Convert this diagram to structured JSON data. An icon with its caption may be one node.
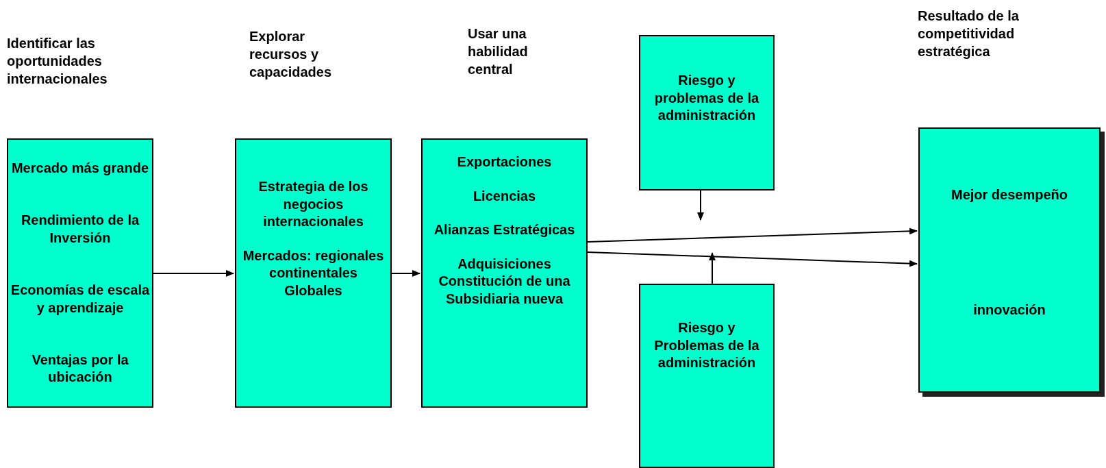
{
  "diagram": {
    "nodes": [
      {
        "text": [
          "Mercado más grande",
          "Rendimiento de la Inversión",
          "Economías de escala y aprendizaje",
          "Ventajas por la ubicación"
        ]
      },
      {
        "text": [
          "Estrategia de los negocios internacionales",
          "Mercados: regionales continentales Globales"
        ]
      },
      {
        "text": [
          "Exportaciones",
          "Licencias",
          "Alianzas Estratégicas",
          "Adquisiciones Constitución de una Subsidiaria nueva"
        ]
      },
      {
        "text": [
          "Riesgo y problemas de la administración"
        ]
      },
      {
        "text": [
          "Riesgo y Problemas de la administración"
        ]
      },
      {
        "text": [
          "Mejor desempeño",
          "innovación"
        ]
      }
    ],
    "edges": [
      {
        "from": 0,
        "to": 1,
        "arrow": "to"
      },
      {
        "from": 1,
        "to": 2,
        "arrow": "to"
      },
      {
        "from": 2,
        "to": 5,
        "arrow": "to"
      },
      {
        "from": 2,
        "to": 5,
        "arrow": "to"
      },
      {
        "from": 3,
        "to": null,
        "arrow": "to"
      },
      {
        "from": 4,
        "to": null,
        "arrow": "to"
      }
    ],
    "labels": [
      "Identificar las oportunidades internacionales",
      "Explorar recursos y capacidades",
      "Usar una habilidad central",
      "Resultado de la competitividad estratégica"
    ]
  }
}
